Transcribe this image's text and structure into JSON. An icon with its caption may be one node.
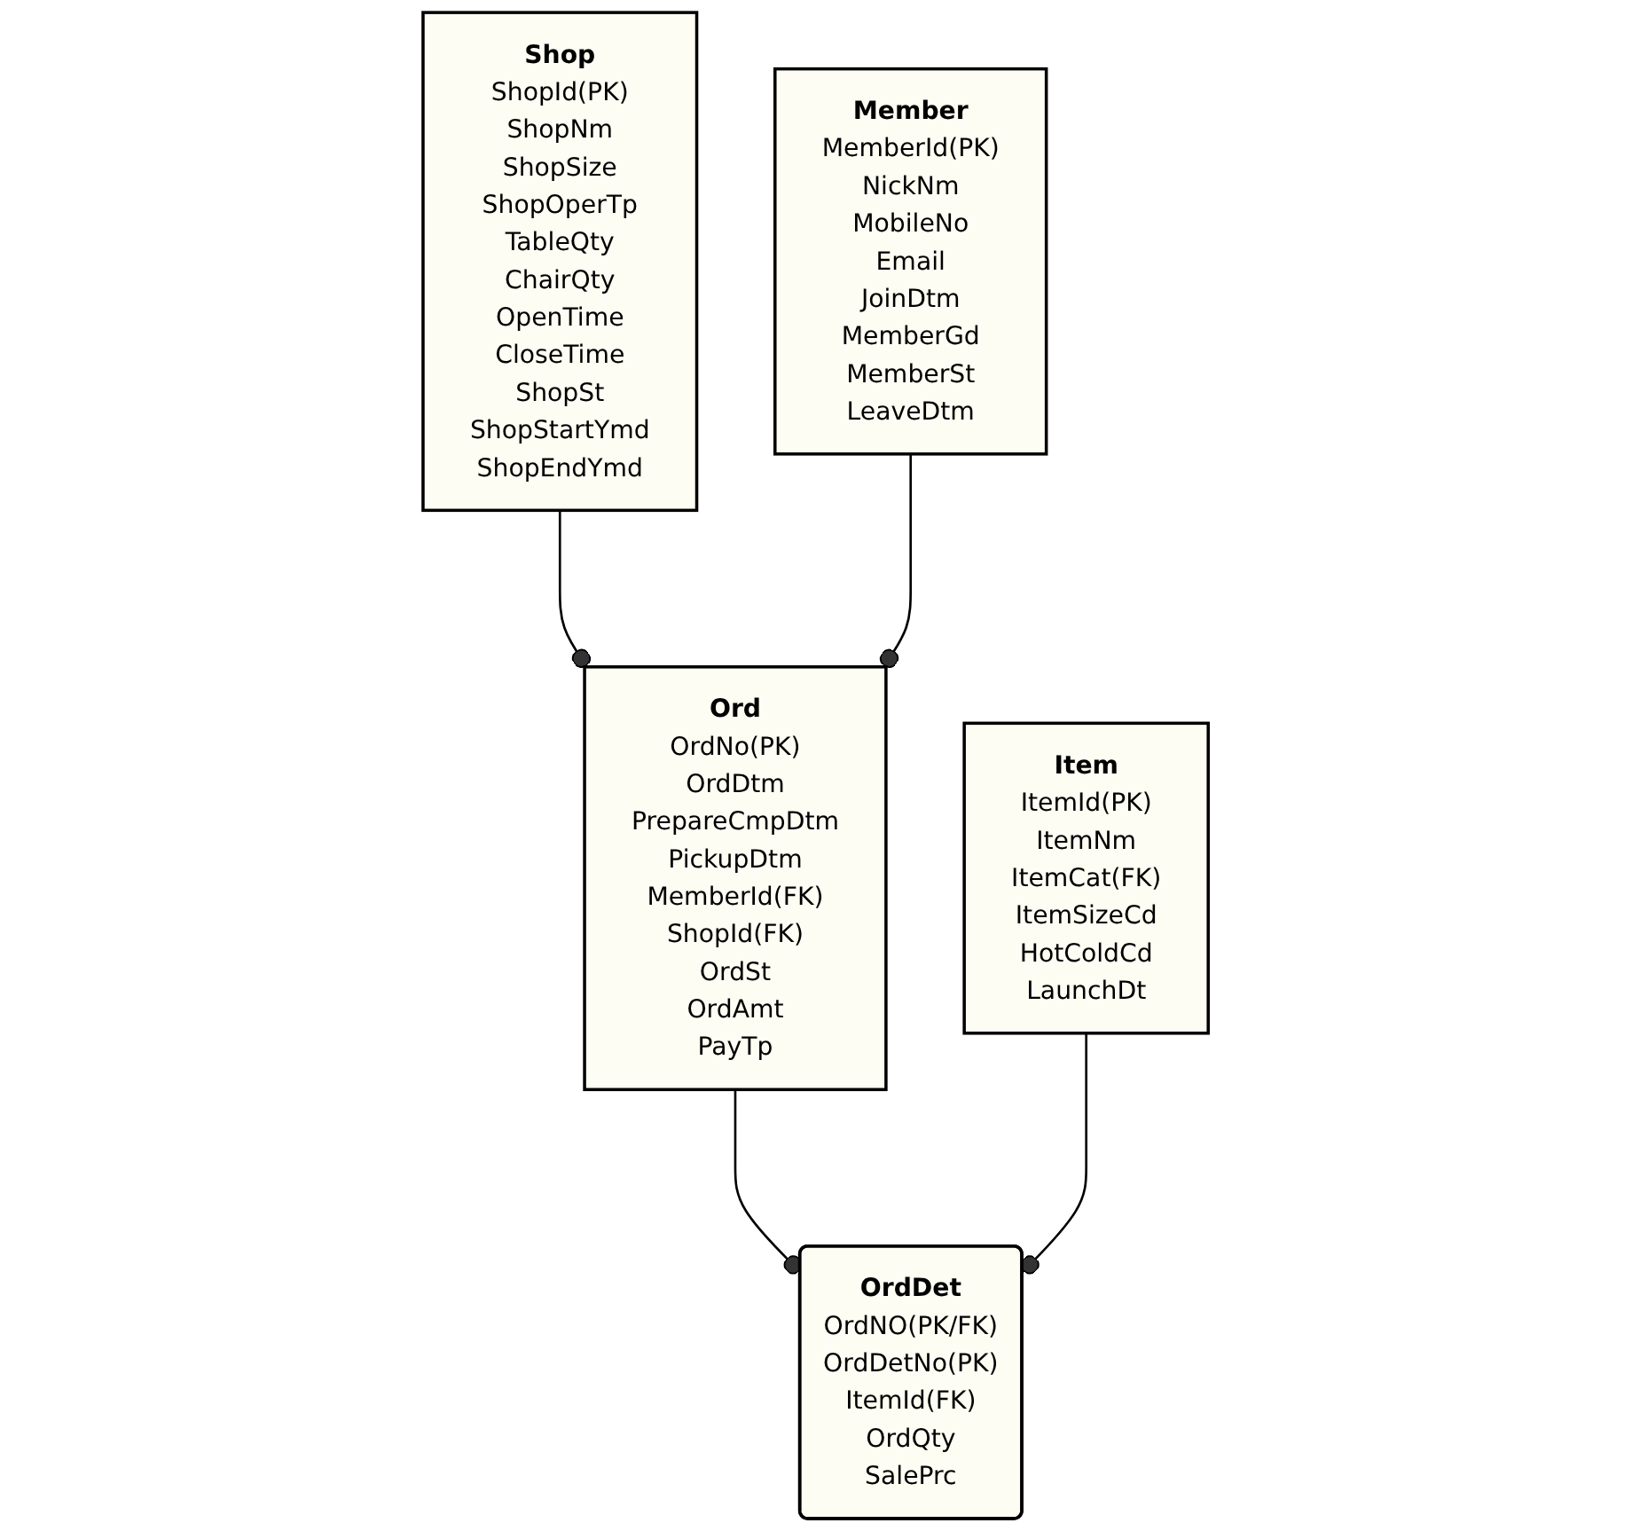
{
  "diagram": {
    "nodes": [
      {
        "text": [
          "Shop",
          "ShopId(PK)",
          "ShopNm",
          "ShopSize",
          "ShopOperTp",
          "TableQty",
          "ChairQty",
          "OpenTime",
          "CloseTime",
          "ShopSt",
          "ShopStartYmd",
          "ShopEndYmd"
        ]
      },
      {
        "text": [
          "Ord",
          "OrdNo(PK)",
          "OrdDtm",
          "PrepareCmpDtm",
          "PickupDtm",
          "MemberId(FK)",
          "ShopId(FK)",
          "OrdSt",
          "OrdAmt",
          "PayTp"
        ]
      },
      {
        "text": [
          "Member",
          "MemberId(PK)",
          "NickNm",
          "MobileNo",
          "Email",
          "JoinDtm",
          "MemberGd",
          "MemberSt",
          "LeaveDtm"
        ]
      },
      {
        "text": [
          "OrdDet",
          "OrdNO(PK/FK)",
          "OrdDetNo(PK)",
          "ItemId(FK)",
          "OrdQty",
          "SalePrc"
        ]
      },
      {
        "text": [
          "Item",
          "ItemId(PK)",
          "ItemNm",
          "ItemCat(FK)",
          "ItemSizeCd",
          "HotColdCd",
          "LaunchDt"
        ]
      }
    ],
    "edges": [
      {
        "from": 0,
        "to": 1,
        "arrow": "other"
      },
      {
        "from": 2,
        "to": 1,
        "arrow": "other"
      },
      {
        "from": 1,
        "to": 3,
        "arrow": "other"
      },
      {
        "from": 4,
        "to": 3,
        "arrow": "other"
      }
    ]
  }
}
